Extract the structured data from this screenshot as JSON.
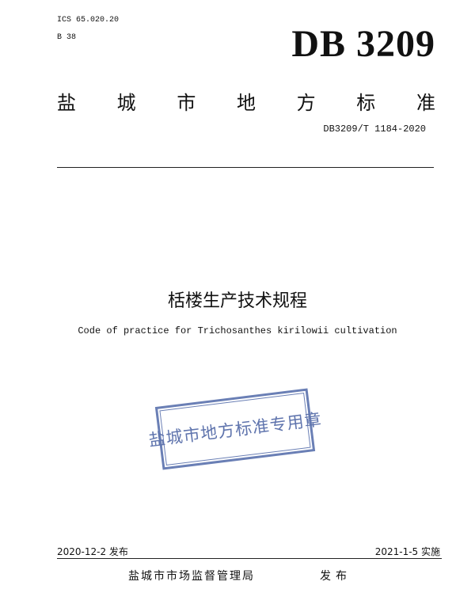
{
  "header": {
    "ics": "ICS 65.020.20",
    "classification": "B 38",
    "db_code": "DB 3209",
    "standard_type_chars": [
      "盐",
      "城",
      "市",
      "地",
      "方",
      "标",
      "准"
    ],
    "standard_number": "DB3209/T 1184-2020"
  },
  "titles": {
    "chinese": "栝楼生产技术规程",
    "english": "Code of practice for Trichosanthes kirilowii cultivation"
  },
  "stamp": {
    "text": "盐城市地方标准专用章",
    "color": "#5f74ad"
  },
  "footer": {
    "issue_date": "2020-12-2 发布",
    "implement_date": "2021-1-5 实施",
    "publisher": "盐城市市场监督管理局",
    "publish_label": "发布"
  }
}
